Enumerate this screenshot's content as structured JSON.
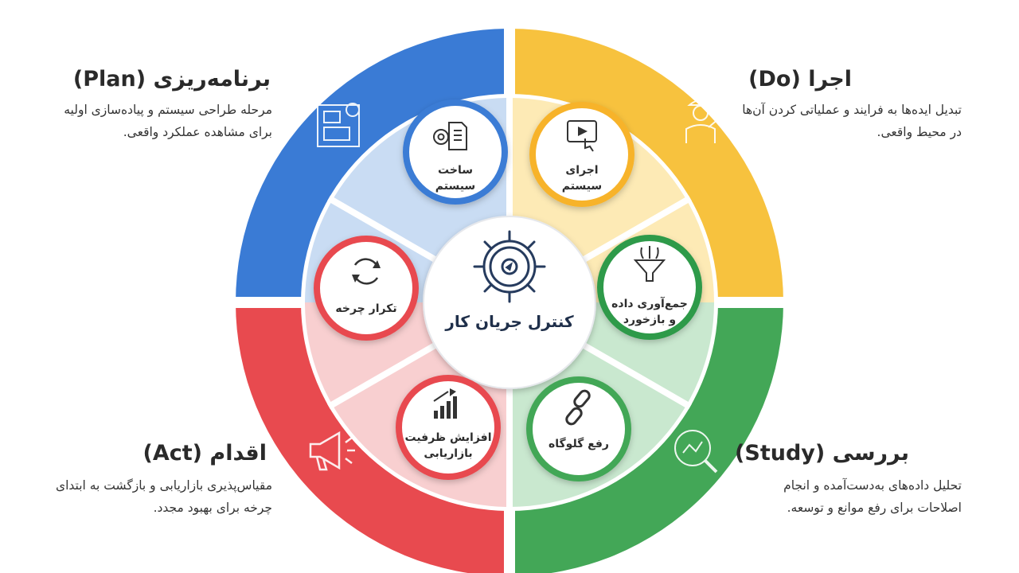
{
  "center": {
    "title": "کنترل جریان کار"
  },
  "phases": {
    "plan": {
      "title": "برنامه‌ریزی (Plan)",
      "description": "مرحله طراحی سیستم و پیاده‌سازی اولیه برای مشاهده عملکرد واقعی.",
      "color": "#3a7bd5",
      "icon": "blueprint-icon"
    },
    "do": {
      "title": "اجرا (Do)",
      "description": "تبدیل ایده‌ها به فرایند و عملیاتی کردن آن‌ها در محیط واقعی.",
      "color": "#f7c23e",
      "icon": "worker-growth-icon"
    },
    "study": {
      "title": "بررسی (Study)",
      "description": "تحلیل داده‌های به‌دست‌آمده و انجام اصلاحات برای رفع موانع و توسعه.",
      "color": "#43a757",
      "icon": "magnifier-chart-icon"
    },
    "act": {
      "title": "اقدام (Act)",
      "description": "مقیاس‌پذیری بازاریابی و بازگشت به ابتدای چرخه برای بهبود مجدد.",
      "color": "#e84a4f",
      "icon": "megaphone-icon"
    }
  },
  "nodes": [
    {
      "label_1": "ساخت",
      "label_2": "سیستم",
      "color": "#3a7bd5",
      "icon": "document-gear-icon"
    },
    {
      "label_1": "اجرای",
      "label_2": "سیستم",
      "color": "#f7b32b",
      "icon": "video-touch-icon"
    },
    {
      "label_1": "جمع‌آوری داده",
      "label_2": "و بازخورد",
      "color": "#2e9a4a",
      "icon": "funnel-icon"
    },
    {
      "label_1": "رفع گلوگاه",
      "label_2": "",
      "color": "#43a757",
      "icon": "broken-chain-icon"
    },
    {
      "label_1": "افزایش ظرفیت",
      "label_2": "بازاریابی",
      "color": "#e84a4f",
      "icon": "growth-chart-icon"
    },
    {
      "label_1": "تکرار چرخه",
      "label_2": "",
      "color": "#e84a4f",
      "icon": "cycle-arrows-icon"
    }
  ]
}
